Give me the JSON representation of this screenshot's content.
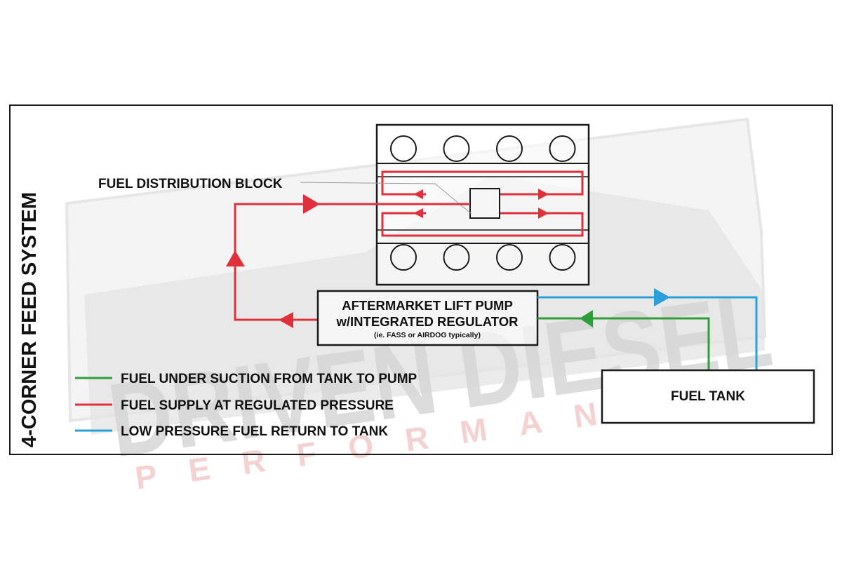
{
  "title": "4-CORNER FEED SYSTEM",
  "watermark": {
    "main": "DRIVEN DIESEL",
    "sub": "PERFORMANCE"
  },
  "colors": {
    "suction": "#2e9e3c",
    "supply": "#e0303c",
    "return": "#2a9fd8",
    "outline": "#1a1a1a",
    "watermark_gray": "#e2e2e2",
    "watermark_red": "#f6d4d4"
  },
  "components": {
    "distribution_block_label": "FUEL DISTRIBUTION BLOCK",
    "lift_pump": {
      "line1": "AFTERMARKET LIFT PUMP",
      "line2": "w/INTEGRATED REGULATOR",
      "note": "(ie. FASS or AIRDOG typically)"
    },
    "fuel_tank": "FUEL TANK",
    "engine_cylinders_per_bank": 4
  },
  "legend": [
    {
      "key": "suction",
      "label": "FUEL UNDER SUCTION FROM TANK TO PUMP"
    },
    {
      "key": "supply",
      "label": "FUEL SUPPLY AT REGULATED PRESSURE"
    },
    {
      "key": "return",
      "label": "LOW PRESSURE FUEL RETURN TO TANK"
    }
  ]
}
